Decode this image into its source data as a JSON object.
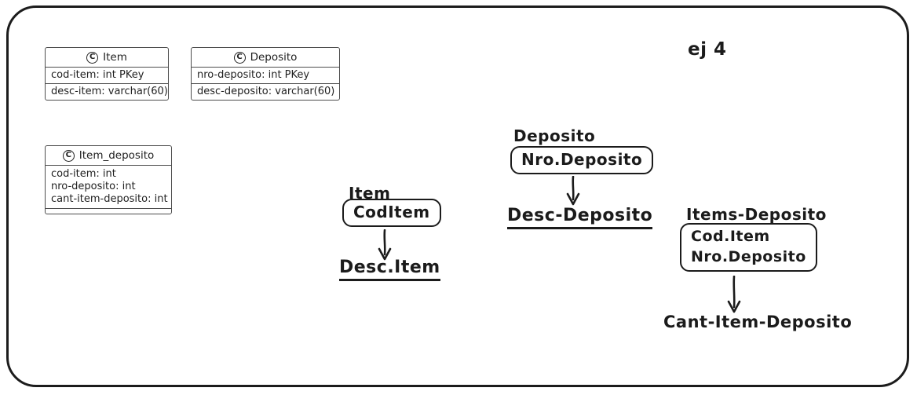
{
  "annotation": "ej 4",
  "class_icon_letter": "C",
  "tables": [
    {
      "name": "Item",
      "rows": [
        "cod-item: int PKey",
        "desc-item: varchar(60)"
      ]
    },
    {
      "name": "Deposito",
      "rows": [
        "nro-deposito: int PKey",
        "desc-deposito: varchar(60)"
      ]
    },
    {
      "name": "Item_deposito",
      "rows": [
        "cod-item: int",
        "nro-deposito: int",
        "cant-item-deposito: int"
      ]
    }
  ],
  "functional_dependencies": [
    {
      "entity": "Item",
      "determinant": [
        "CodItem"
      ],
      "dependent": "Desc.Item"
    },
    {
      "entity": "Deposito",
      "determinant": [
        "Nro.Deposito"
      ],
      "dependent": "Desc-Deposito"
    },
    {
      "entity": "Items-Deposito",
      "determinant": [
        "Cod.Item",
        "Nro.Deposito"
      ],
      "dependent": "Cant-Item-Deposito"
    }
  ],
  "colors": {
    "ink": "#1b1b1b",
    "table_border": "#4d4d4d",
    "background": "#ffffff"
  }
}
